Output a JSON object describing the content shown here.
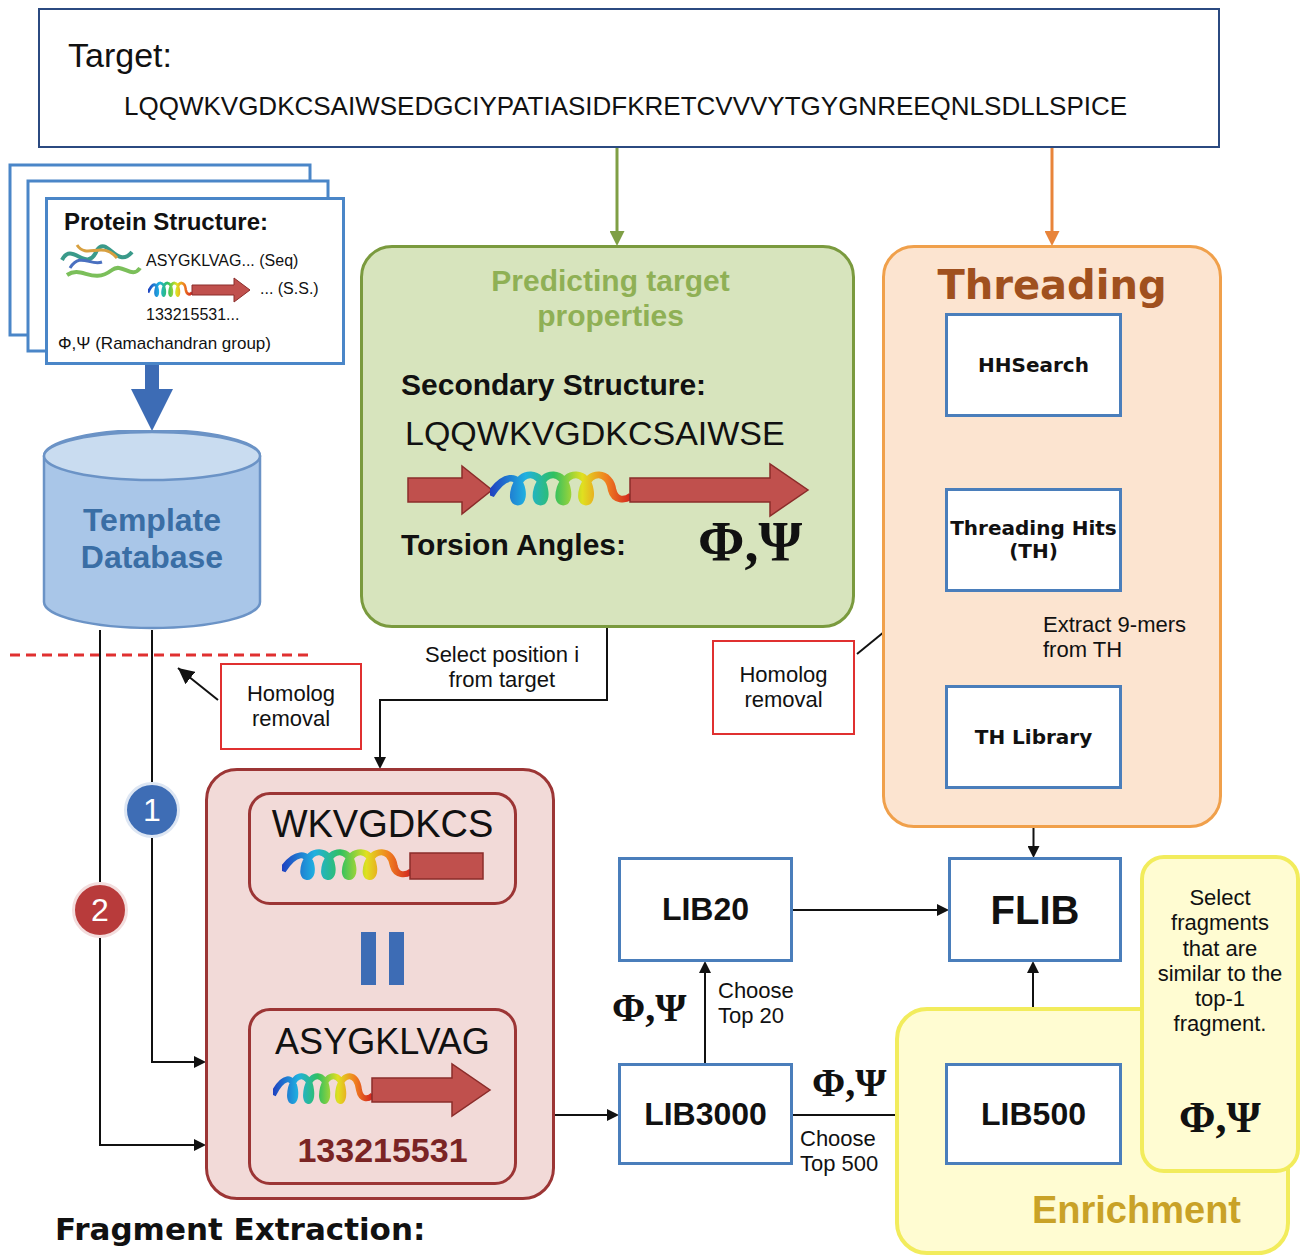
{
  "diagram": {
    "nodes": [
      {
        "text": [
          "Target:",
          "LQQWKVGDKCSAIWSEDGCIYPATIASIDFKRETCVVVYTGYGNREEQNLSDLLSPICE"
        ]
      },
      {
        "text": [
          "Protein Structure:",
          "ASYGKLVAG... (Seq)",
          "... (S.S.)",
          "133215531...",
          "Φ,Ψ (Ramachandran group)"
        ]
      },
      {
        "text": [
          "Template Database"
        ]
      },
      {
        "text": [
          "Predicting target properties",
          "Secondary Structure:",
          "LQQWKVGDKCSAIWSE",
          "Torsion Angles:",
          "Φ,Ψ"
        ]
      },
      {
        "text": [
          "Threading"
        ]
      },
      {
        "text": [
          "HHSearch"
        ],
        "in": 4
      },
      {
        "text": [
          "Threading Hits (TH)"
        ],
        "in": 4
      },
      {
        "text": [
          "TH Library"
        ],
        "in": 4
      },
      {
        "text": [
          "Homolog removal"
        ]
      },
      {
        "text": [
          "Homolog removal"
        ]
      },
      {
        "text": [
          "Fragment Extraction:"
        ]
      },
      {
        "text": [
          "WKVGDKCS"
        ],
        "in": 10
      },
      {
        "text": [
          "ASYGKLVAG",
          "133215531"
        ],
        "in": 10
      },
      {
        "text": [
          "LIB20"
        ]
      },
      {
        "text": [
          "LIB3000"
        ]
      },
      {
        "text": [
          "FLIB"
        ]
      },
      {
        "text": [
          "Enrichment"
        ]
      },
      {
        "text": [
          "LIB500"
        ],
        "in": 16
      },
      {
        "text": [
          "Select fragments that are similar to the top-1 fragment.",
          "Φ,Ψ"
        ]
      },
      {
        "text": [
          "1"
        ]
      },
      {
        "text": [
          "2"
        ]
      }
    ],
    "edges": [
      {
        "from": 0,
        "to": 3,
        "arrow": "to"
      },
      {
        "from": 0,
        "to": 4,
        "arrow": "to"
      },
      {
        "from": 1,
        "to": 2,
        "arrow": "to"
      },
      {
        "from": 3,
        "to": 10,
        "arrow": "to",
        "label": "Select position i from target"
      },
      {
        "from": 5,
        "to": 6,
        "arrow": "to"
      },
      {
        "from": 6,
        "to": 7,
        "arrow": "to",
        "label": "Extract 9-mers from TH"
      },
      {
        "from": 7,
        "to": 15,
        "arrow": "to"
      },
      {
        "from": 2,
        "to": 19,
        "arrow": "none"
      },
      {
        "from": 19,
        "to": 10,
        "arrow": "to"
      },
      {
        "from": 2,
        "to": 20,
        "arrow": "none"
      },
      {
        "from": 20,
        "to": 10,
        "arrow": "to"
      },
      {
        "from": 10,
        "to": 14,
        "arrow": "to"
      },
      {
        "from": 14,
        "to": 13,
        "arrow": "to",
        "label": "Choose Top 20"
      },
      {
        "from": 14,
        "to": 17,
        "arrow": "to",
        "label": "Choose Top 500"
      },
      {
        "from": 13,
        "to": 15,
        "arrow": "to"
      },
      {
        "from": 17,
        "to": 15,
        "arrow": "to"
      }
    ],
    "labels": [
      "Φ,Ψ",
      "Φ,Ψ"
    ]
  }
}
